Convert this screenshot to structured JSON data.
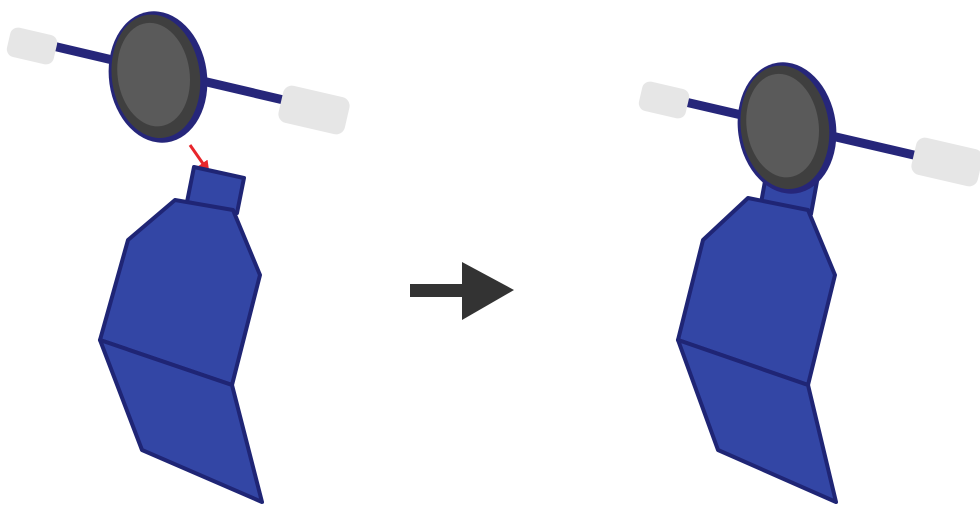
{
  "diagram": {
    "panels": [
      {
        "id": "before",
        "state": "separated",
        "shows_attach_indicator": true
      },
      {
        "id": "after",
        "state": "attached",
        "shows_attach_indicator": false
      }
    ],
    "parts": {
      "axle": {
        "color": "#26267a"
      },
      "end_cap": {
        "color": "#e6e6e6"
      },
      "wheel": {
        "outer_color": "#3f3f3f",
        "face_color": "#5a5a5a",
        "rim_color": "#26267a"
      },
      "body": {
        "color": "#3346a5",
        "outline_color": "#1f2575"
      }
    },
    "attach_indicator": {
      "color": "#e8262b",
      "icon": "red-arrow-icon"
    },
    "transition": {
      "icon": "right-arrow-icon",
      "color": "#333333"
    }
  }
}
